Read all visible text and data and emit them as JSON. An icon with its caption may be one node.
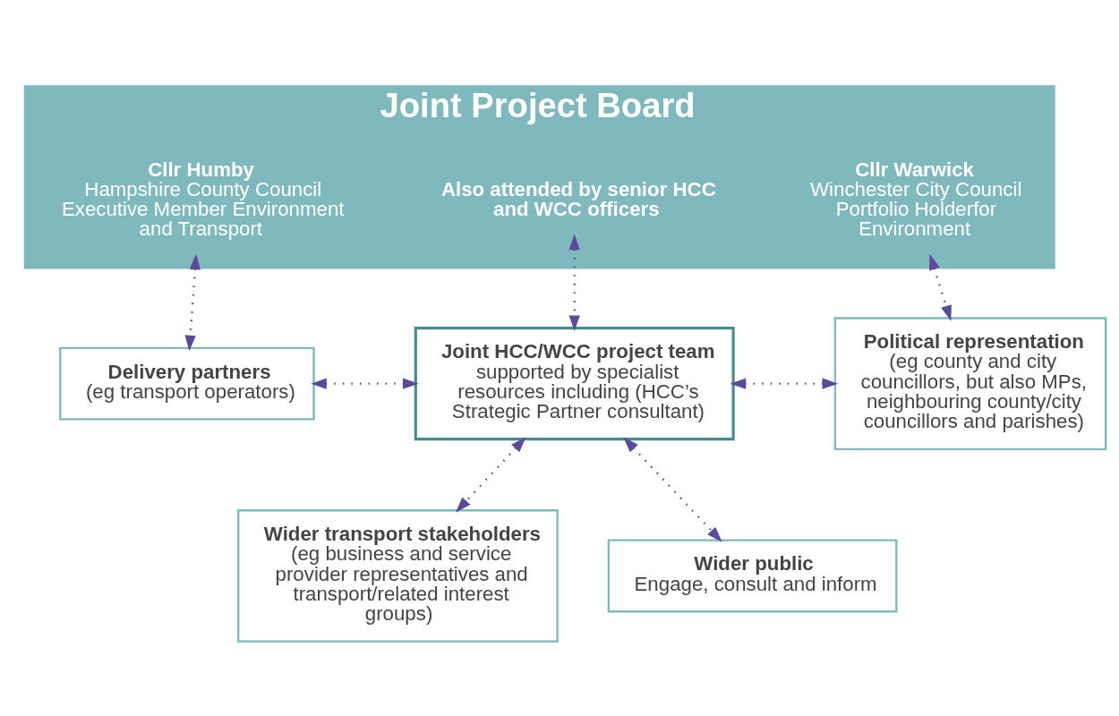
{
  "diagram": {
    "nodes": [
      {
        "text": [
          "Joint Project Board"
        ]
      },
      {
        "text": [
          "Cllr Humby",
          "Hampshire County Council Executive Member Environment and Transport"
        ],
        "in": 0
      },
      {
        "text": [
          "Also attended by senior HCC and WCC officers"
        ],
        "in": 0
      },
      {
        "text": [
          "Cllr Warwick",
          "Winchester City Council Portfolio Holderfor Environment"
        ],
        "in": 0
      },
      {
        "text": [
          "Delivery partners",
          "(eg transport operators)"
        ]
      },
      {
        "text": [
          "Joint HCC/WCC project team",
          "supported by specialist resources including (HCC’s Strategic Partner consultant)"
        ]
      },
      {
        "text": [
          "Political representation",
          "(eg county and city councillors, but also MPs, neighbouring county/city councillors and parishes)"
        ]
      },
      {
        "text": [
          "Wider transport stakeholders",
          "(eg business and service provider representatives and transport/related interest groups)"
        ]
      },
      {
        "text": [
          "Wider public",
          "Engage, consult and inform"
        ]
      }
    ],
    "edges": [
      {
        "from": 1,
        "to": 4,
        "arrow": "both"
      },
      {
        "from": 2,
        "to": 5,
        "arrow": "both"
      },
      {
        "from": 3,
        "to": 6,
        "arrow": "both"
      },
      {
        "from": 4,
        "to": 5,
        "arrow": "both"
      },
      {
        "from": 5,
        "to": 6,
        "arrow": "both"
      },
      {
        "from": 5,
        "to": 7,
        "arrow": "both"
      },
      {
        "from": 5,
        "to": 8,
        "arrow": "both"
      }
    ]
  }
}
